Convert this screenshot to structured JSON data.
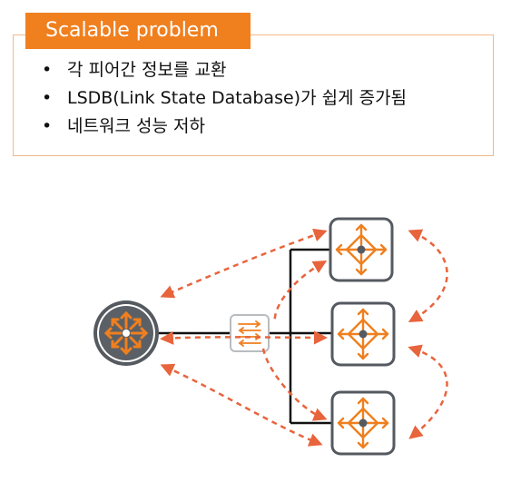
{
  "title": "Scalable problem",
  "bullets": [
    "각 피어간 정보를 교환",
    "LSDB(Link State Database)가 쉽게 증가됨",
    "네트워크 성능 저하"
  ],
  "diagram": {
    "router_icon": "router-icon",
    "switch_icon": "switch-icon",
    "node_icon": "router-node-icon",
    "colors": {
      "accent": "#f07f1e",
      "arrow_dash": "#e8643c",
      "router_fill": "#555a60",
      "node_border": "#555a60",
      "node_fill": "#ffffff",
      "line": "#111111"
    }
  }
}
